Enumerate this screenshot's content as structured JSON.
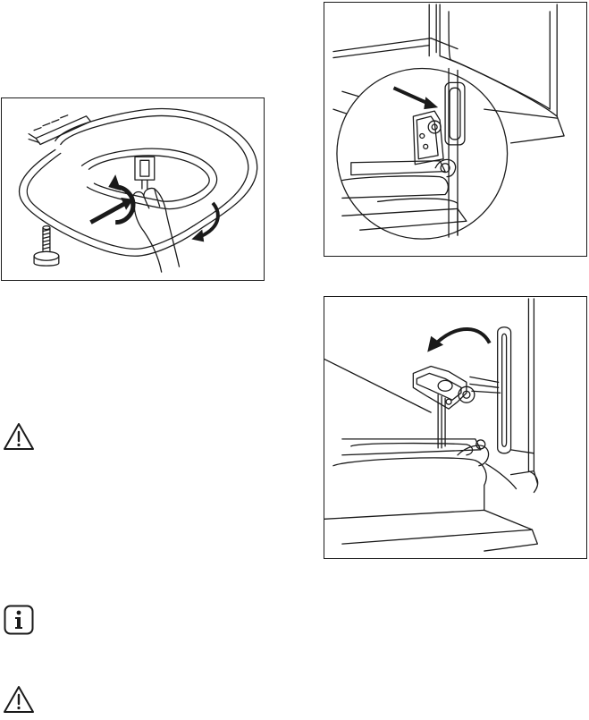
{
  "page": {
    "figures": [
      {
        "name": "oven-grill-heating-element-figure"
      },
      {
        "name": "oven-door-hinge-with-arrow-figure"
      },
      {
        "name": "oven-door-hinge-lever-rotate-figure"
      }
    ],
    "icons": {
      "warning_1": "warning-triangle-icon",
      "info": "information-icon",
      "warning_2": "warning-triangle-icon"
    }
  }
}
